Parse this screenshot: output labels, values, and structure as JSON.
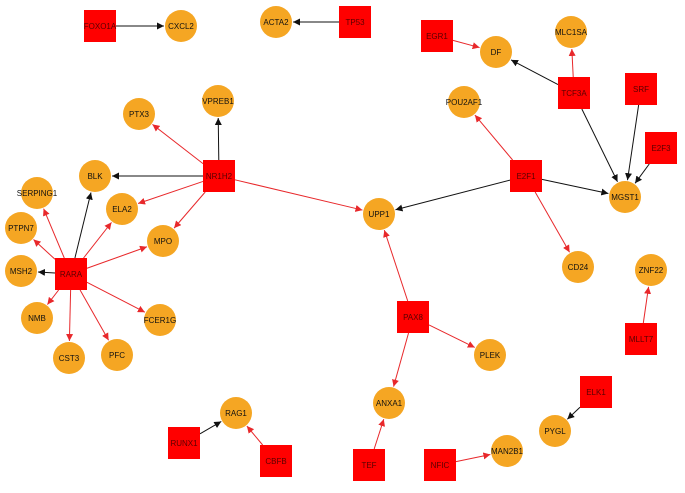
{
  "colors": {
    "regulator": "#ff0000",
    "target": "#f5a623",
    "edge_activation": "#e8282b",
    "edge_other": "#111111"
  },
  "nodes": [
    {
      "id": "FOXO1A",
      "kind": "regulator"
    },
    {
      "id": "CXCL2",
      "kind": "target"
    },
    {
      "id": "ACTA2",
      "kind": "target"
    },
    {
      "id": "TP53",
      "kind": "regulator"
    },
    {
      "id": "EGR1",
      "kind": "regulator"
    },
    {
      "id": "DF",
      "kind": "target"
    },
    {
      "id": "MLC1SA",
      "kind": "target"
    },
    {
      "id": "TCF3A",
      "kind": "regulator"
    },
    {
      "id": "SRF",
      "kind": "regulator"
    },
    {
      "id": "E2F3",
      "kind": "regulator"
    },
    {
      "id": "MGST1",
      "kind": "target"
    },
    {
      "id": "POU2AF1",
      "kind": "target"
    },
    {
      "id": "E2F1",
      "kind": "regulator"
    },
    {
      "id": "CD24",
      "kind": "target"
    },
    {
      "id": "PTX3",
      "kind": "target"
    },
    {
      "id": "VPREB1",
      "kind": "target"
    },
    {
      "id": "NR1H2",
      "kind": "regulator"
    },
    {
      "id": "BLK",
      "kind": "target"
    },
    {
      "id": "ELA2",
      "kind": "target"
    },
    {
      "id": "MPO",
      "kind": "target"
    },
    {
      "id": "UPP1",
      "kind": "target"
    },
    {
      "id": "SERPING1",
      "kind": "target"
    },
    {
      "id": "PTPN7",
      "kind": "target"
    },
    {
      "id": "MSH2",
      "kind": "target"
    },
    {
      "id": "RARA",
      "kind": "regulator"
    },
    {
      "id": "NMB",
      "kind": "target"
    },
    {
      "id": "CST3",
      "kind": "target"
    },
    {
      "id": "PFC",
      "kind": "target"
    },
    {
      "id": "FCER1G",
      "kind": "target"
    },
    {
      "id": "PAX8",
      "kind": "regulator"
    },
    {
      "id": "PLEK",
      "kind": "target"
    },
    {
      "id": "ANXA1",
      "kind": "target"
    },
    {
      "id": "ZNF22",
      "kind": "target"
    },
    {
      "id": "MLLT7",
      "kind": "regulator"
    },
    {
      "id": "ELK1",
      "kind": "regulator"
    },
    {
      "id": "PYGL",
      "kind": "target"
    },
    {
      "id": "RAG1",
      "kind": "target"
    },
    {
      "id": "RUNX1",
      "kind": "regulator"
    },
    {
      "id": "CBFB",
      "kind": "regulator"
    },
    {
      "id": "TEF",
      "kind": "regulator"
    },
    {
      "id": "NFIC",
      "kind": "regulator"
    },
    {
      "id": "MAN2B1",
      "kind": "target"
    }
  ],
  "edges": [
    {
      "from": "FOXO1A",
      "to": "CXCL2",
      "type": "other"
    },
    {
      "from": "TP53",
      "to": "ACTA2",
      "type": "other"
    },
    {
      "from": "EGR1",
      "to": "DF",
      "type": "activation"
    },
    {
      "from": "TCF3A",
      "to": "DF",
      "type": "other"
    },
    {
      "from": "TCF3A",
      "to": "MLC1SA",
      "type": "activation"
    },
    {
      "from": "TCF3A",
      "to": "MGST1",
      "type": "other"
    },
    {
      "from": "SRF",
      "to": "MGST1",
      "type": "other"
    },
    {
      "from": "E2F3",
      "to": "MGST1",
      "type": "other"
    },
    {
      "from": "E2F1",
      "to": "MGST1",
      "type": "other"
    },
    {
      "from": "E2F1",
      "to": "POU2AF1",
      "type": "activation"
    },
    {
      "from": "E2F1",
      "to": "UPP1",
      "type": "other"
    },
    {
      "from": "E2F1",
      "to": "CD24",
      "type": "activation"
    },
    {
      "from": "NR1H2",
      "to": "PTX3",
      "type": "activation"
    },
    {
      "from": "NR1H2",
      "to": "VPREB1",
      "type": "other"
    },
    {
      "from": "NR1H2",
      "to": "BLK",
      "type": "other"
    },
    {
      "from": "NR1H2",
      "to": "ELA2",
      "type": "activation"
    },
    {
      "from": "NR1H2",
      "to": "MPO",
      "type": "activation"
    },
    {
      "from": "NR1H2",
      "to": "UPP1",
      "type": "activation"
    },
    {
      "from": "RARA",
      "to": "BLK",
      "type": "other"
    },
    {
      "from": "RARA",
      "to": "ELA2",
      "type": "activation"
    },
    {
      "from": "RARA",
      "to": "MPO",
      "type": "activation"
    },
    {
      "from": "RARA",
      "to": "SERPING1",
      "type": "activation"
    },
    {
      "from": "RARA",
      "to": "PTPN7",
      "type": "activation"
    },
    {
      "from": "RARA",
      "to": "MSH2",
      "type": "other"
    },
    {
      "from": "RARA",
      "to": "NMB",
      "type": "activation"
    },
    {
      "from": "RARA",
      "to": "CST3",
      "type": "activation"
    },
    {
      "from": "RARA",
      "to": "PFC",
      "type": "activation"
    },
    {
      "from": "RARA",
      "to": "FCER1G",
      "type": "activation"
    },
    {
      "from": "PAX8",
      "to": "UPP1",
      "type": "activation"
    },
    {
      "from": "PAX8",
      "to": "PLEK",
      "type": "activation"
    },
    {
      "from": "PAX8",
      "to": "ANXA1",
      "type": "activation"
    },
    {
      "from": "MLLT7",
      "to": "ZNF22",
      "type": "activation"
    },
    {
      "from": "ELK1",
      "to": "PYGL",
      "type": "other"
    },
    {
      "from": "RUNX1",
      "to": "RAG1",
      "type": "other"
    },
    {
      "from": "CBFB",
      "to": "RAG1",
      "type": "activation"
    },
    {
      "from": "TEF",
      "to": "ANXA1",
      "type": "activation"
    },
    {
      "from": "NFIC",
      "to": "MAN2B1",
      "type": "activation"
    }
  ]
}
